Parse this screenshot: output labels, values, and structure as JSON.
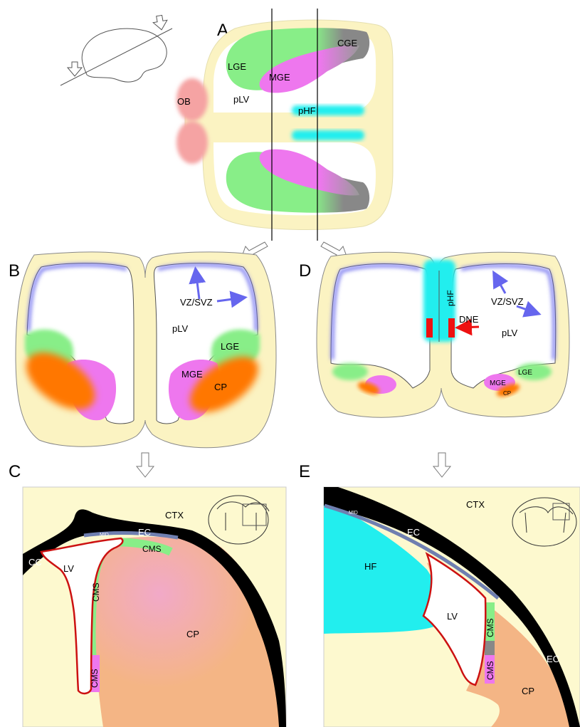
{
  "panels": {
    "a": "A",
    "b": "B",
    "c": "C",
    "d": "D",
    "e": "E"
  },
  "panel_a": {
    "cge": "CGE",
    "lge": "LGE",
    "mge": "MGE",
    "ob": "OB",
    "plv": "pLV",
    "phf": "pHF"
  },
  "panel_b": {
    "vzsvz": "VZ/SVZ",
    "plv": "pLV",
    "lge": "LGE",
    "mge": "MGE",
    "cp": "CP"
  },
  "panel_d": {
    "phf": "pHF",
    "vzsvz": "VZ/SVZ",
    "dne": "DNE",
    "plv": "pLV",
    "lge": "LGE",
    "mge": "MGE",
    "cp": "CP"
  },
  "panel_c": {
    "ctx": "CTX",
    "cc": "CC",
    "ec": "EC",
    "mid": "MID",
    "cms_top": "CMS",
    "cms_mid": "CMS",
    "cms_bottom": "CMS",
    "lv": "LV",
    "cp": "CP"
  },
  "panel_e": {
    "ctx": "CTX",
    "hf": "HF",
    "ec_top": "EC",
    "ec_right": "EC",
    "mid": "MID",
    "lv": "LV",
    "cms_upper": "CMS",
    "cms_lower": "CMS",
    "cp": "CP"
  },
  "colors": {
    "tissue": "#fbf3c2",
    "lge": "#88ee88",
    "mge": "#ee77ee",
    "cge": "#888888",
    "cp": "#ff7700",
    "ob": "#f5a3a3",
    "phf": "#22eeee",
    "vz": "#6666ee",
    "dne": "#ee1111",
    "cp_section": "#f4b585",
    "outline": "#cc1111"
  }
}
